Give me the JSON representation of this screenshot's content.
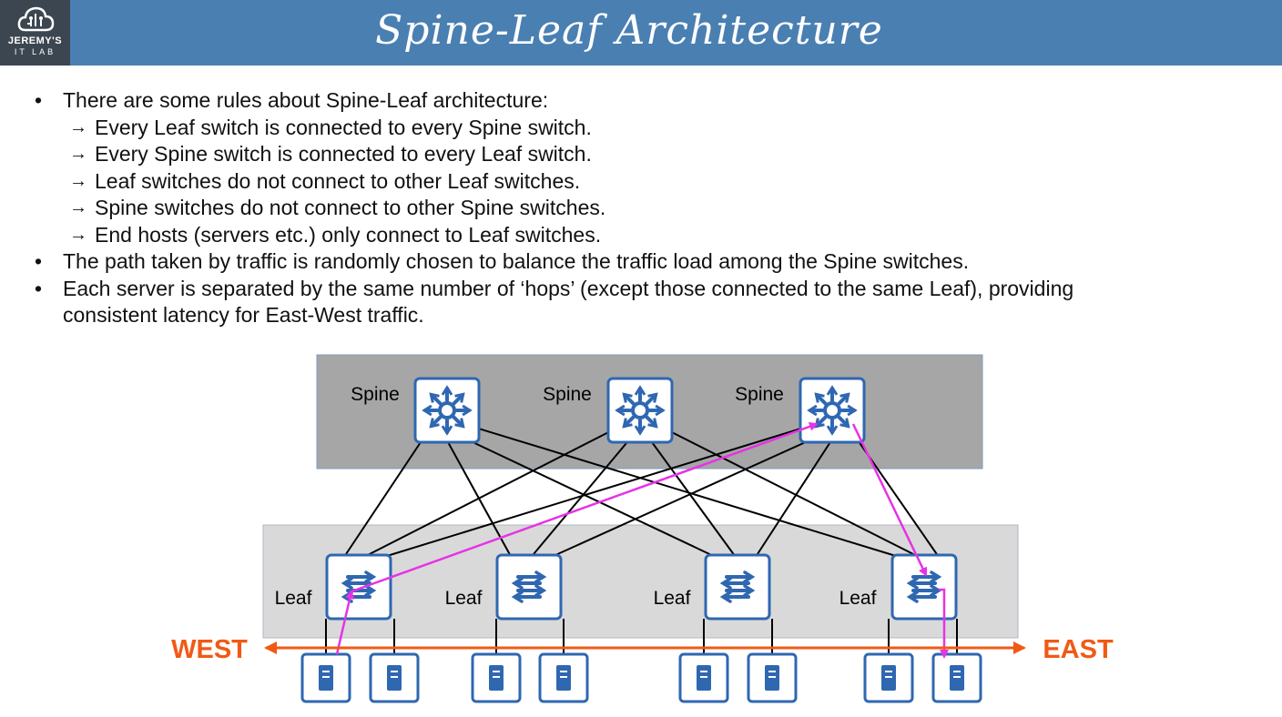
{
  "header": {
    "title": "Spine-Leaf Architecture",
    "logo_line1": "JEREMY'S",
    "logo_line2": "IT LAB"
  },
  "bullets": [
    {
      "text": "There are some rules about Spine-Leaf architecture:",
      "sub": [
        "Every Leaf switch is connected to every Spine switch.",
        "Every Spine switch is connected to every Leaf switch.",
        "Leaf switches do not connect to other Leaf switches.",
        "Spine switches do not connect to other Spine switches.",
        "End hosts (servers etc.) only connect to Leaf switches."
      ]
    },
    {
      "text": "The path taken by traffic is randomly chosen to balance the traffic load among the Spine switches."
    },
    {
      "text": "Each server is separated by the same number of ‘hops’ (except those connected to the same Leaf), providing",
      "continuation": "consistent latency for East-West traffic."
    }
  ],
  "sub_arrow": "→",
  "diagram": {
    "spine_label": "Spine",
    "leaf_label": "Leaf",
    "west_label": "WEST",
    "east_label": "EAST",
    "spine_count": 3,
    "leaf_count": 4,
    "servers_per_leaf": 2,
    "highlight_path": [
      "server-1",
      "leaf-1",
      "spine-3",
      "leaf-4",
      "server-8"
    ],
    "colors": {
      "switch_border": "#2f67b1",
      "switch_icon": "#2f67b1",
      "spine_zone": "#a6a6a6",
      "leaf_zone": "#d9d9d9",
      "link": "#000000",
      "path": "#e633e6",
      "axis": "#f05a14"
    }
  },
  "icons": {
    "spine": "spine-switch-icon",
    "leaf": "leaf-switch-icon",
    "server": "server-icon"
  }
}
